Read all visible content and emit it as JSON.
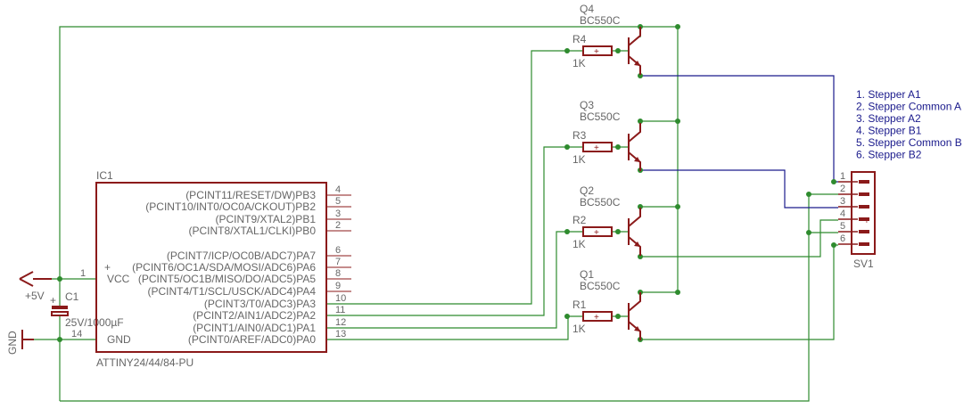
{
  "ic": {
    "ref": "IC1",
    "value": "ATTINY24/44/84-PU",
    "left_pins": [
      {
        "num": "1",
        "name": "VCC"
      },
      {
        "num": "14",
        "name": "GND"
      }
    ],
    "right_pins": [
      {
        "num": "4",
        "name": "(PCINT11/RESET/DW)PB3"
      },
      {
        "num": "5",
        "name": "(PCINT10/INT0/OC0A/CKOUT)PB2"
      },
      {
        "num": "3",
        "name": "(PCINT9/XTAL2)PB1"
      },
      {
        "num": "2",
        "name": "(PCINT8/XTAL1/CLKI)PB0"
      },
      {
        "num": "6",
        "name": "(PCINT7/ICP/OC0B/ADC7)PA7"
      },
      {
        "num": "7",
        "name": "(PCINT6/OC1A/SDA/MOSI/ADC6)PA6"
      },
      {
        "num": "8",
        "name": "(PCINT5/OC1B/MISO/DO/ADC5)PA5"
      },
      {
        "num": "9",
        "name": "(PCINT4/T1/SCL/USCK/ADC4)PA4"
      },
      {
        "num": "10",
        "name": "(PCINT3/T0/ADC3)PA3"
      },
      {
        "num": "11",
        "name": "(PCINT2/AIN1/ADC2)PA2"
      },
      {
        "num": "12",
        "name": "(PCINT1/AIN0/ADC1)PA1"
      },
      {
        "num": "13",
        "name": "(PCINT0/AREF/ADC0)PA0"
      }
    ]
  },
  "power": {
    "supply": "+5V",
    "ground": "GND"
  },
  "capacitor": {
    "ref": "C1",
    "value": "25V/1000µF"
  },
  "transistors": [
    {
      "ref": "Q4",
      "value": "BC550C"
    },
    {
      "ref": "Q3",
      "value": "BC550C"
    },
    {
      "ref": "Q2",
      "value": "BC550C"
    },
    {
      "ref": "Q1",
      "value": "BC550C"
    }
  ],
  "resistors": [
    {
      "ref": "R4",
      "value": "1K"
    },
    {
      "ref": "R3",
      "value": "1K"
    },
    {
      "ref": "R2",
      "value": "1K"
    },
    {
      "ref": "R1",
      "value": "1K"
    }
  ],
  "connector": {
    "ref": "SV1",
    "pins": [
      "1",
      "2",
      "3",
      "4",
      "5",
      "6"
    ],
    "legend": [
      "1. Stepper A1",
      "2. Stepper Common A",
      "3. Stepper A2",
      "4. Stepper B1",
      "5. Stepper Common B",
      "6. Stepper B2"
    ]
  },
  "colors": {
    "part": "#8b1a1a",
    "wire": "#2e8b2e",
    "bus": "#1a1a8c",
    "text": "#666666"
  }
}
